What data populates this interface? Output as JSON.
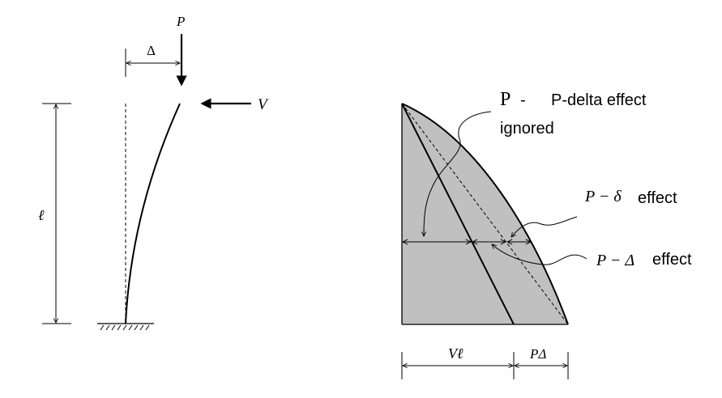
{
  "left_figure": {
    "load_p_label": "P",
    "load_v_label": "V",
    "drift_label": "Δ",
    "height_label": "ℓ"
  },
  "right_figure": {
    "title_symbol": "P",
    "title_dash": "-",
    "title_text": "P-delta effect",
    "title_text_line2": "ignored",
    "p_small_delta_math": "P − δ",
    "p_small_delta_text": "effect",
    "p_big_delta_math": "P − Δ",
    "p_big_delta_text": "effect",
    "dim_vl_label": "Vℓ",
    "dim_pd_label": "PΔ"
  },
  "colors": {
    "moment_fill": "#c0c0c0",
    "line": "#000000",
    "background": "#ffffff"
  }
}
